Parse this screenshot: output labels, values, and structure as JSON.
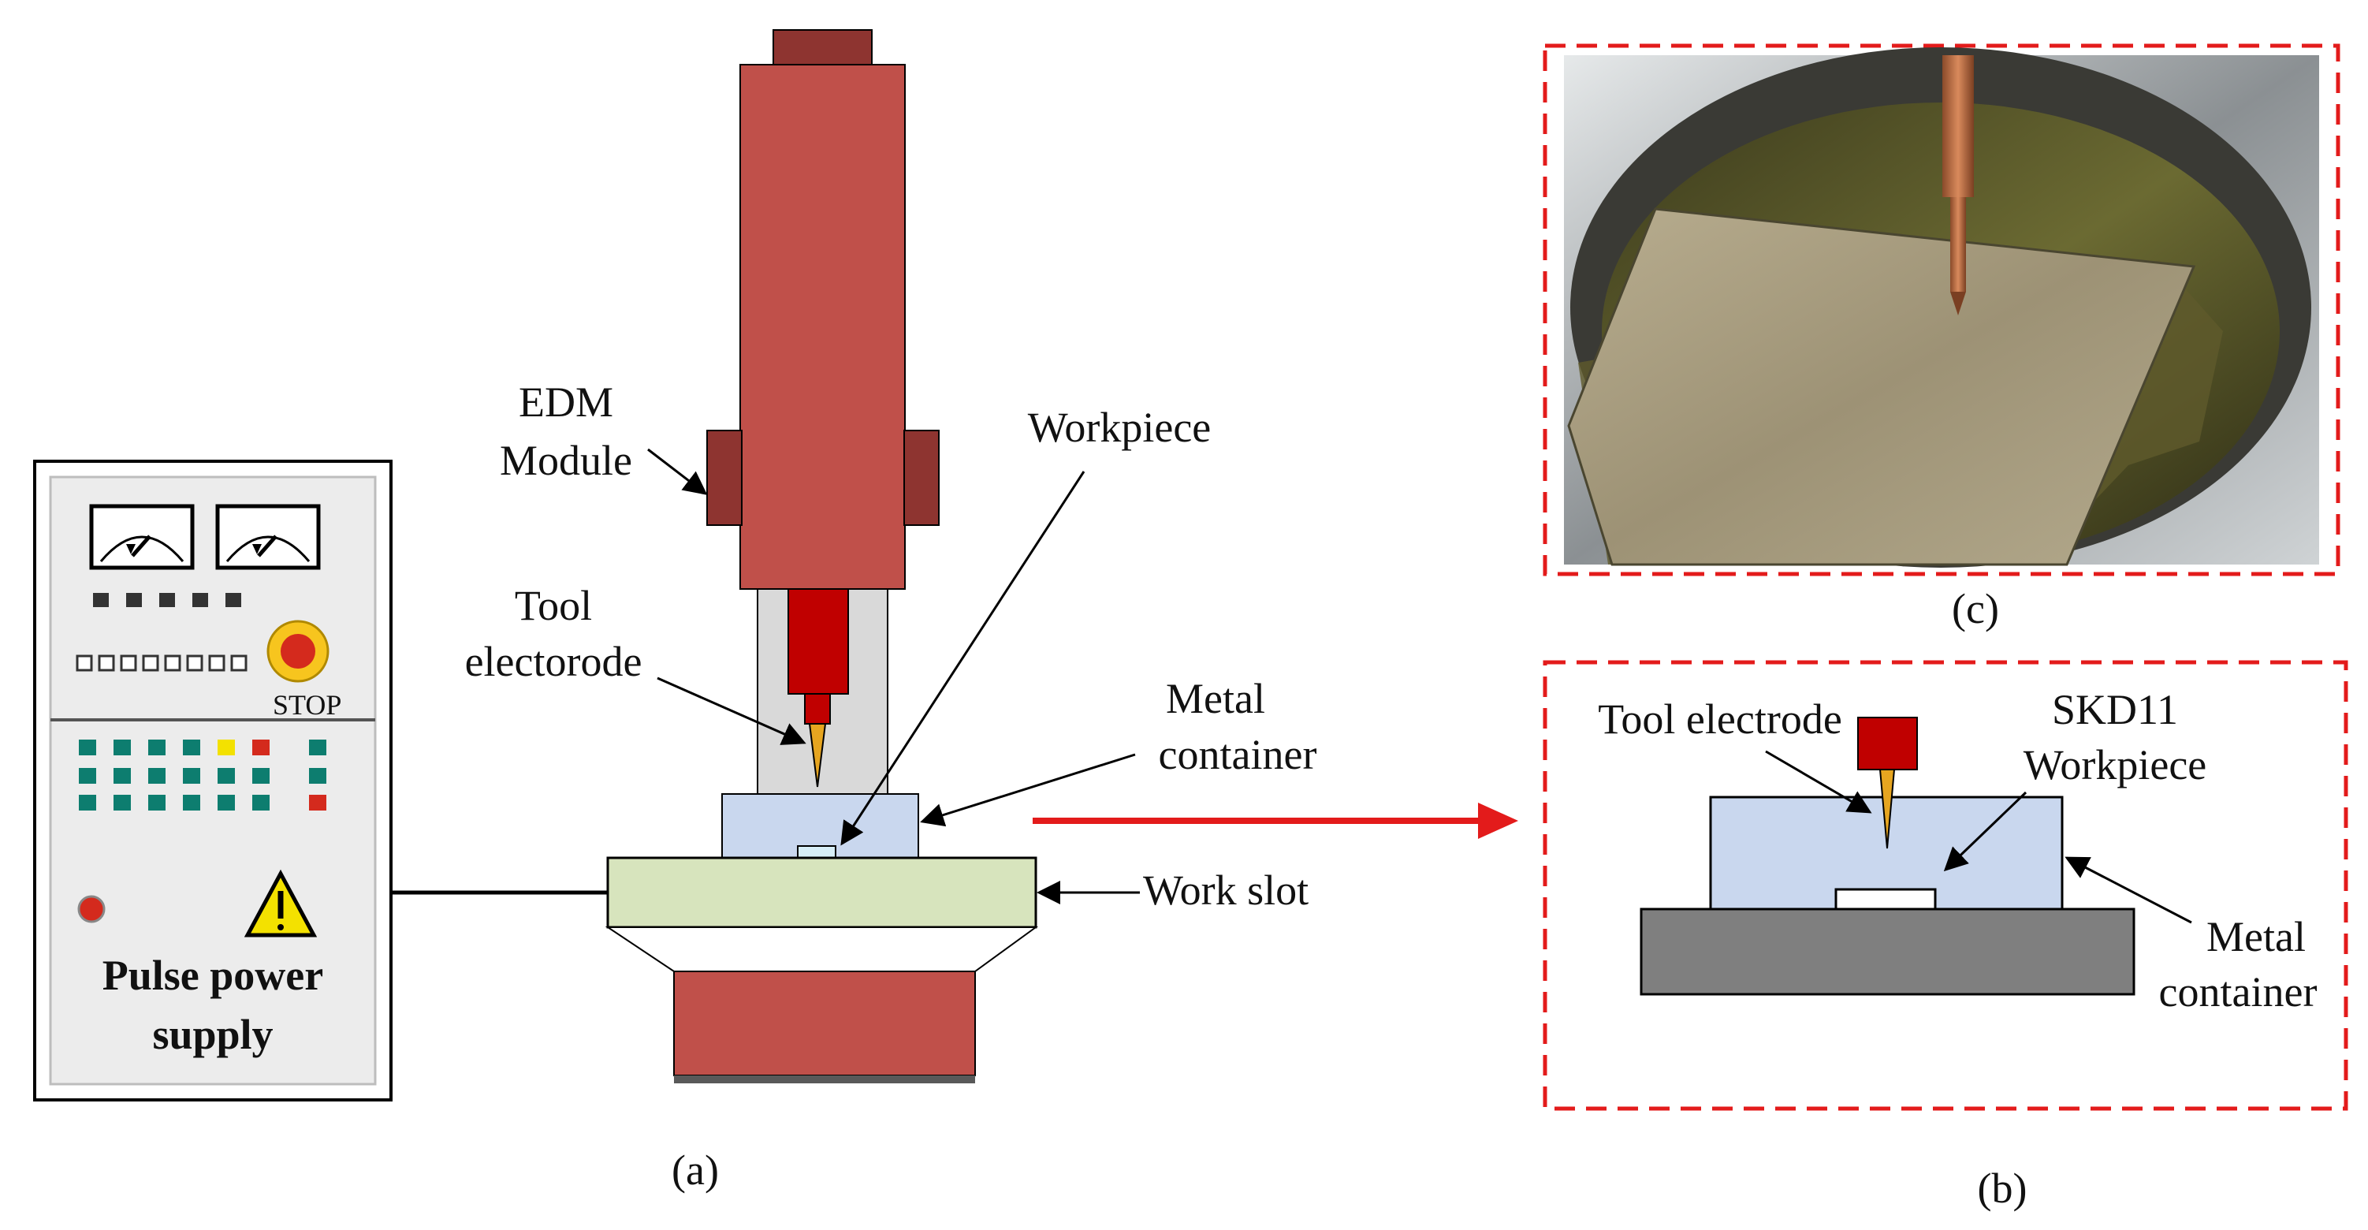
{
  "labels": {
    "edm_module_line1": "EDM",
    "edm_module_line2": "Module",
    "tool_electrode_line1": "Tool",
    "tool_electrode_line2": "electorode",
    "workpiece": "Workpiece",
    "metal_container_line1": "Metal",
    "metal_container_line2": "container",
    "work_slot": "Work slot",
    "stop": "STOP",
    "pulse_power_line1": "Pulse power",
    "pulse_power_line2": "supply",
    "caption_a": "(a)",
    "caption_b": "(b)",
    "caption_c": "(c)",
    "b_tool_electrode": "Tool electrode",
    "b_skd11_line1": "SKD11",
    "b_skd11_line2": "Workpiece",
    "b_metal_line1": "Metal",
    "b_metal_line2": "container"
  },
  "colors": {
    "module_red": "#c0504a",
    "module_dark": "#8e3430",
    "electrode_red": "#c00000",
    "container_blue": "#c9d7ee",
    "work_slot_green": "#d7e4bd",
    "base_gray": "#7f7f7f",
    "dashed_red": "#e31b1b",
    "arrow_red": "#e31b1b",
    "panel_teal": "#0d7d6f"
  }
}
